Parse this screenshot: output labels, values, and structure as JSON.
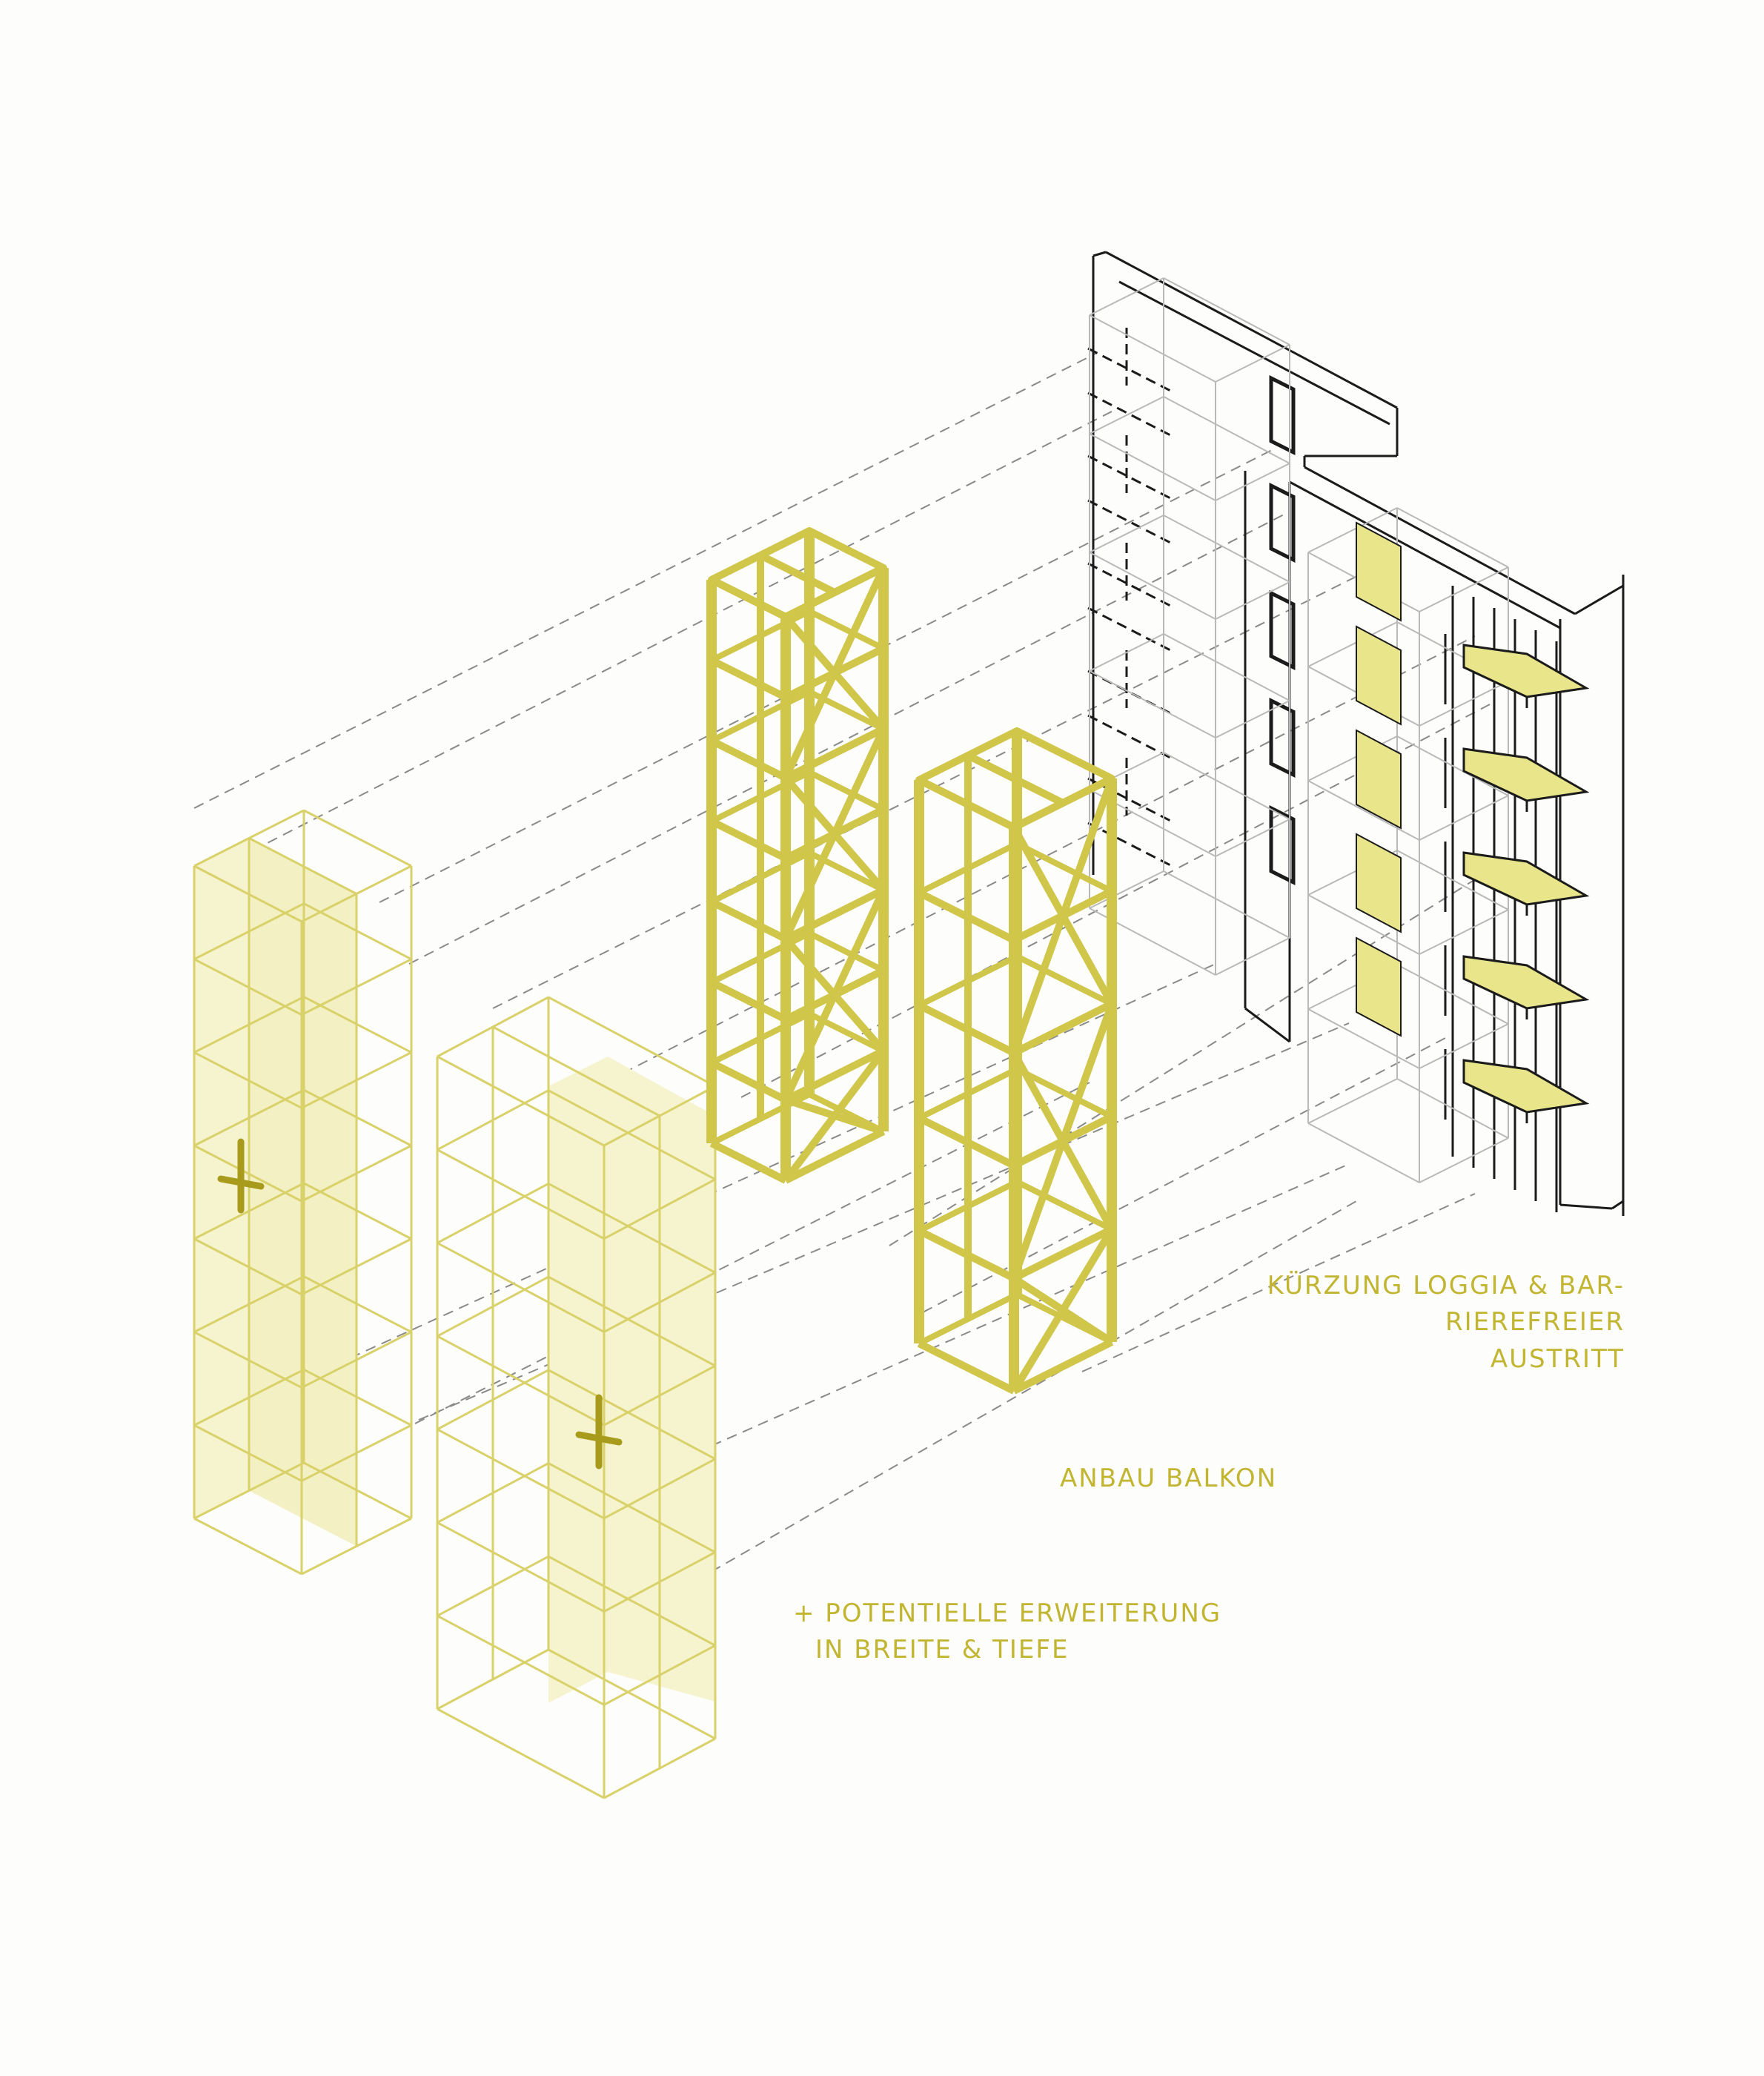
{
  "labels": {
    "loggia": [
      "KÜRZUNG LOGGIA & BAR-",
      "RIEREFREIER",
      "AUSTRITT"
    ],
    "balkon": "ANBAU BALKON",
    "erweiterung": [
      "+ POTENTIELLE ERWEITERUNG",
      "IN BREITE & TIEFE"
    ]
  },
  "colors": {
    "accent": "#c9c23b",
    "accent_fill": "#e9e58a",
    "text_accent": "#c2b532",
    "ink": "#1b1b1b",
    "ghost": "#b9b9b9",
    "dashed": "#8a8a8a",
    "background": "#fdfdfc"
  },
  "icons": [
    "plus-icon",
    "plus-icon"
  ]
}
